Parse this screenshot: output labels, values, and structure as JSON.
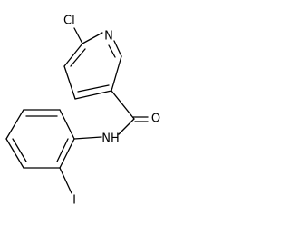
{
  "molecule": {
    "atoms": {
      "cl": "Cl",
      "n_ring": "N",
      "o": "O",
      "nh": "NH",
      "i": "I"
    }
  }
}
